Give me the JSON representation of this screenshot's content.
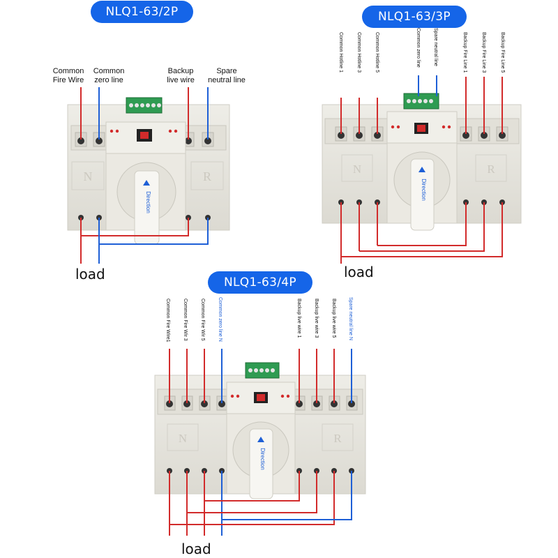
{
  "colors": {
    "pill": "#1565e8",
    "live": "#d22b2b",
    "neutral": "#1e5fd6",
    "body": "#e6e4dc"
  },
  "switch_2p": {
    "title": "NLQ1-63/2P",
    "labels": [
      "Common\nFire Wire",
      "Common\nzero line",
      "Backup\nlive wire",
      "Spare\nneutral line"
    ],
    "face_left": "N",
    "face_right": "R",
    "knob_text": "Direction",
    "load": "load"
  },
  "switch_3p": {
    "title": "NLQ1-63/3P",
    "labels": [
      "Common Hotline 1",
      "Common Hotline 3",
      "Common Hotline 5",
      "Common zero line",
      "Spare neutral line",
      "Backup Fire Line 1",
      "Backup Fire Line 3",
      "Backup Fire Line 5"
    ],
    "face_left": "N",
    "face_right": "R",
    "knob_text": "Direction",
    "load": "load"
  },
  "switch_4p": {
    "title": "NLQ1-63/4P",
    "labels": [
      "Common Fire Wire1",
      "Common Fire Wir 3",
      "Common Fire Wir 5",
      "Common zero line N",
      "Backup live wire 1",
      "Backup live wire 3",
      "Backup live wire 5",
      "Spare neutral line N"
    ],
    "face_left": "N",
    "face_right": "R",
    "knob_text": "Direction",
    "load": "load"
  }
}
